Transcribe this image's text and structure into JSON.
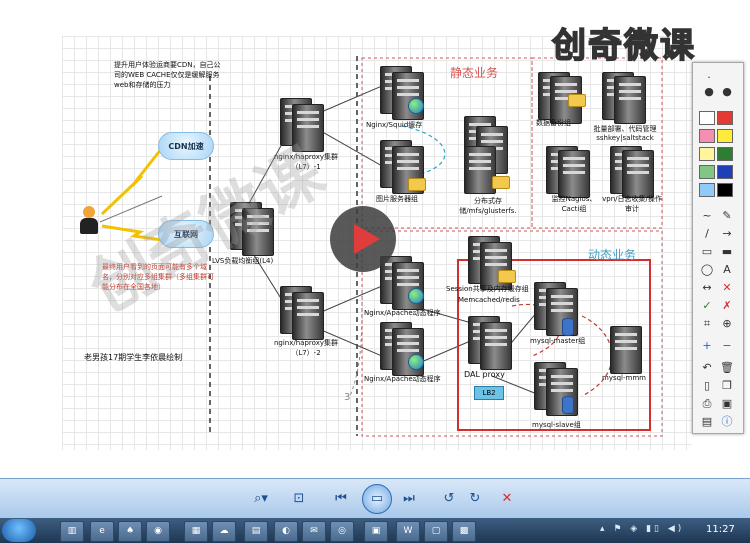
{
  "watermark": {
    "brand": "创奇微课",
    "big": "创奇微课"
  },
  "diagram": {
    "note_cdn": "提升用户体验运商要CDN，自己公司的WEB CACHE仅仅是缓解服务web和存储的压力",
    "cdn_cloud": "CDN加速",
    "internet_cloud": "互联网",
    "note_pages": "最终用户看到的页面可能有多个域名，分别对应多组集群（多组集群可能分布在全国各地）",
    "author_note": "老男孩17期学生李依晨绘制",
    "lvs_label": "LVS负载均衡组(L4)",
    "nginx_group1": "nginx/haproxy集群（L7）-1",
    "nginx_group2": "nginx/haproxy集群（L7）-2",
    "static_title": "静态业务",
    "dynamic_title": "动态业务",
    "squid_cache": "Nginx/Squid缓存",
    "image_server": "图片服务器组",
    "distributed_storage": "分布式存储/mfs/glusterfs.",
    "data_backup": "数据备份组",
    "batch_deploy": "批量部署、代码管理sshkey|saltstack",
    "monitoring": "监控Nagios、Cacti组",
    "vpn_audit": "vpn/日志收集/操作审计",
    "session_cache": "Session共享及内存缓存组",
    "memcached": "Memcached/redis",
    "apache_dyn1": "Nginx/Apache动态程序",
    "apache_dyn2": "Nginx/Apache动态程序",
    "mysql_master": "mysql-master组",
    "mysql_mmm": "mysql-mmm",
    "dal_proxy": "DAL proxy",
    "lb2": "LB2",
    "mysql_slave": "mysql-slave组",
    "small_num": "3"
  },
  "viewer": {
    "zoom_icon": "zoom-icon",
    "buttons": [
      "fit-icon",
      "prev-icon",
      "slideshow-icon",
      "next-icon",
      "rotate-left-icon",
      "rotate-right-icon",
      "delete-icon"
    ]
  },
  "taskbar": {
    "clock": "11:27"
  },
  "colors": {
    "accent_red": "#d32f2f",
    "static_title": "#d9534f",
    "dynamic_title": "#3aa0c8"
  }
}
